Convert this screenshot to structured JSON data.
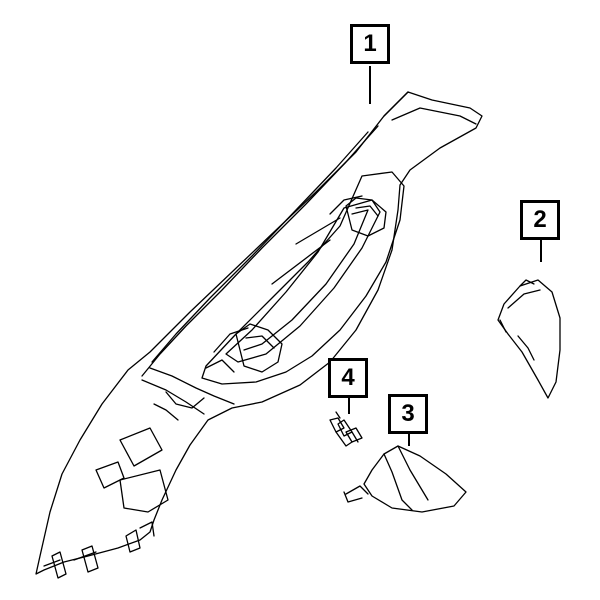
{
  "diagram": {
    "callouts": [
      {
        "label": "1"
      },
      {
        "label": "2"
      },
      {
        "label": "3"
      },
      {
        "label": "4"
      }
    ]
  },
  "colors": {
    "line": "#000000",
    "background": "#ffffff"
  }
}
